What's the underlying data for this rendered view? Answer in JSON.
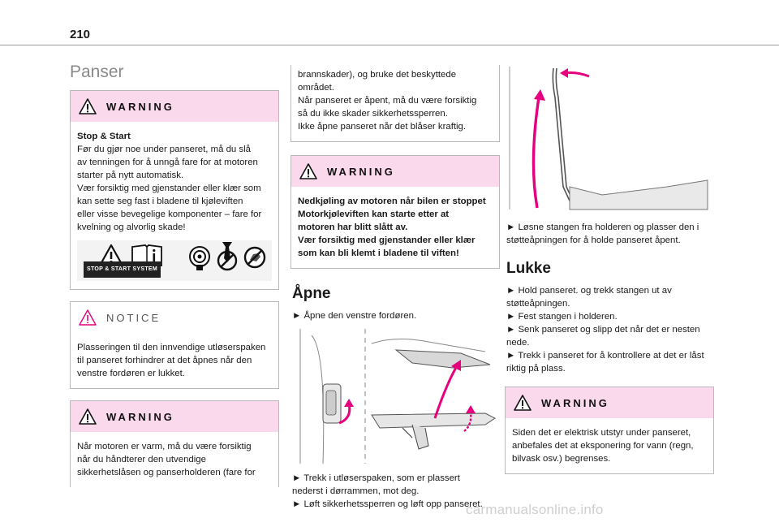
{
  "page": {
    "number": "210"
  },
  "column1": {
    "title": "Panser",
    "warning1": {
      "label": "WARNING",
      "heading": "Stop & Start",
      "lines": [
        "Før du gjør noe under panseret, må du slå",
        "av tenningen for å unngå fare for at motoren",
        "starter på nytt automatisk.",
        "Vær forsiktig med gjenstander eller klær som",
        "kan sette seg fast i bladene til kjøleviften",
        "eller visse bevegelige komponenter – fare for",
        "kvelning og alvorlig skade!"
      ],
      "strip_label": "STOP & START SYSTEM"
    },
    "notice": {
      "label": "NOTICE",
      "lines": [
        "Plasseringen til den innvendige utløserspaken",
        "til panseret forhindrer at det åpnes når den",
        "venstre fordøren er lukket."
      ]
    },
    "warning2": {
      "label": "WARNING",
      "lines": [
        "Når motoren er varm, må du være forsiktig",
        "når du håndterer den utvendige",
        "sikkerhetslåsen og panserholderen (fare for"
      ]
    }
  },
  "column2": {
    "continued_box": {
      "lines": [
        "brannskader), og bruke det beskyttede",
        "området.",
        "Når panseret er åpent, må du være forsiktig",
        "så du ikke skader sikkerhetssperren.",
        "Ikke åpne panseret når det blåser kraftig."
      ]
    },
    "warning3": {
      "label": "WARNING",
      "lines": [
        "Nedkjøling av motoren når bilen er stoppet",
        "Motorkjøleviften kan starte etter at",
        "motoren har blitt slått av.",
        "Vær forsiktig med gjenstander eller klær",
        "som kan bli klemt i bladene til viften!"
      ]
    },
    "open_title": "Åpne",
    "open_step1": "► Åpne den venstre fordøren.",
    "open_steps2": [
      "► Trekk i utløserspaken, som er plassert",
      "nederst i dørrammen, mot deg.",
      "► Løft sikkerhetssperren og løft opp panseret."
    ]
  },
  "column3": {
    "steps": [
      "► Løsne stangen fra holderen og plasser den i",
      "støtteåpningen for å holde panseret åpent."
    ],
    "close_title": "Lukke",
    "close_steps": [
      "► Hold panseret. og trekk stangen ut av",
      "støtteåpningen.",
      "► Fest stangen i holderen.",
      "► Senk panseret og slipp det når det er nesten",
      "nede.",
      "► Trekk i panseret for å kontrollere at det er låst",
      "riktig på plass."
    ],
    "warning4": {
      "label": "WARNING",
      "lines": [
        "Siden det er elektrisk utstyr under panseret,",
        "anbefales det at eksponering for vann (regn,",
        "bilvask osv.) begrenses."
      ]
    }
  },
  "watermark": "carmanualsonline.info",
  "colors": {
    "warning_bg": "#fbd9ec",
    "accent_magenta": "#e6007e",
    "border": "#b9b9b9"
  },
  "icons": [
    "warning-triangle-icon",
    "notice-triangle-icon",
    "manual-info-icon",
    "fan-icon",
    "no-tie-icon",
    "no-hand-icon",
    "arrow-icon"
  ]
}
